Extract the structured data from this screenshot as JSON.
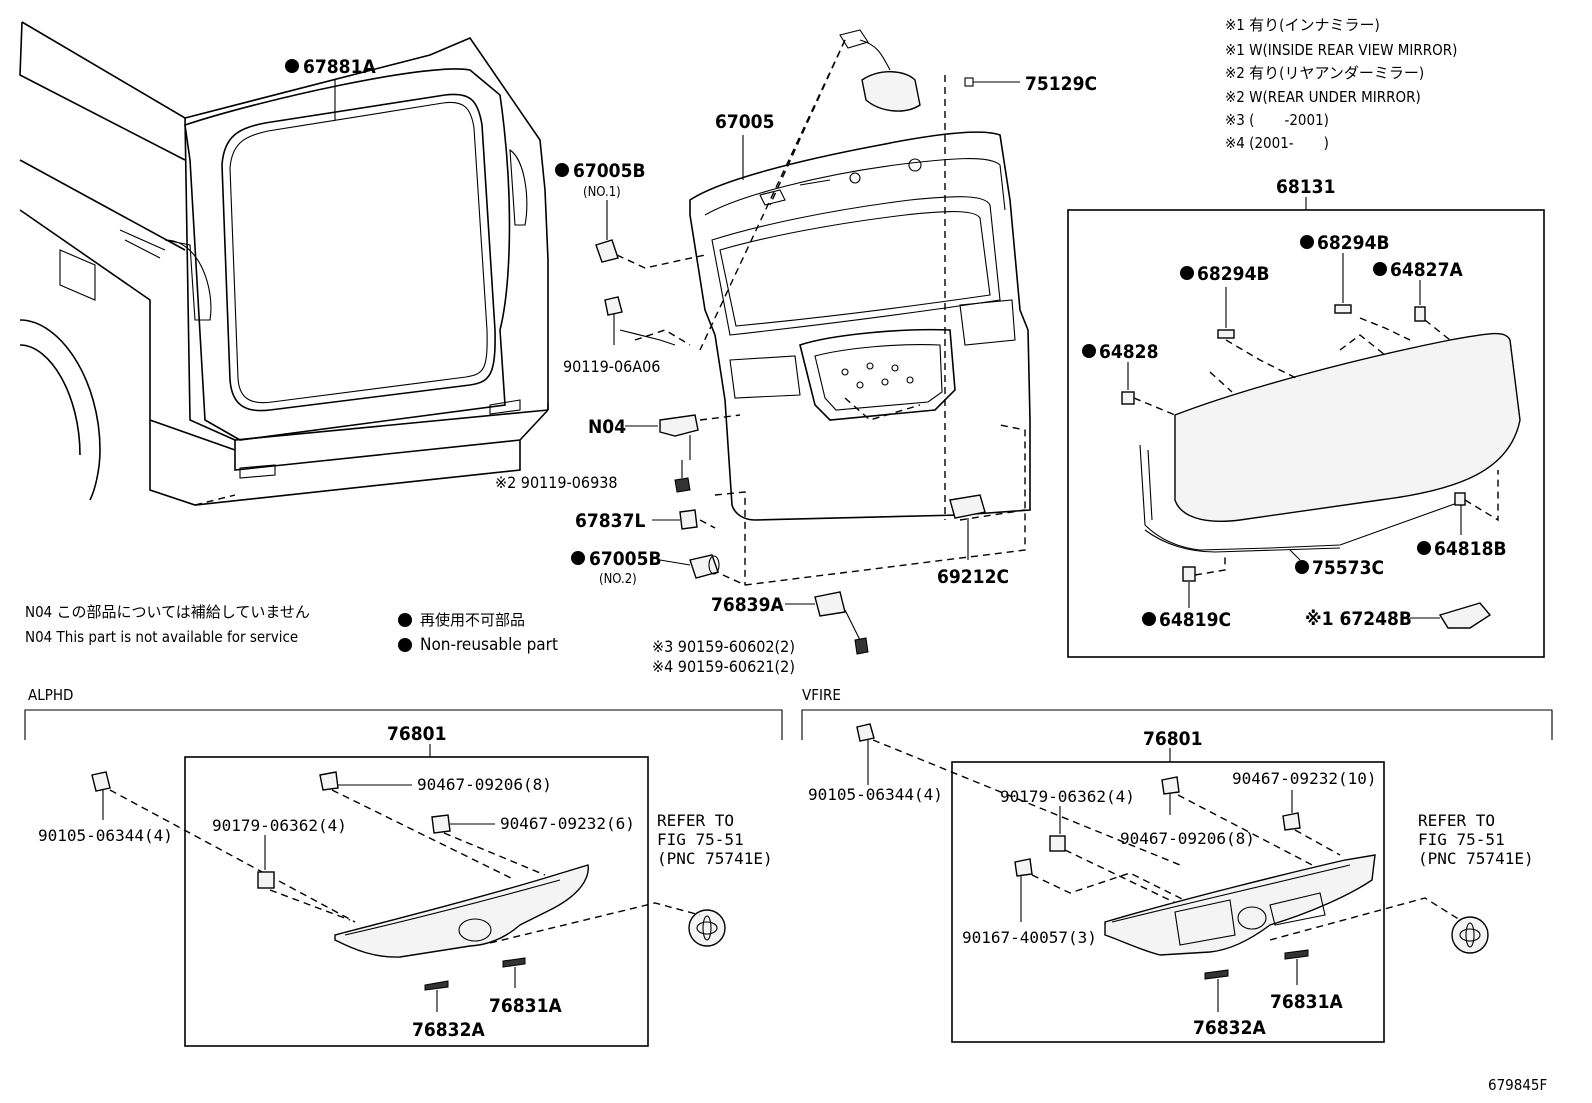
{
  "notes": {
    "n1": "※1 有り(インナミラー)",
    "n2": "※1 W(INSIDE REAR VIEW MIRROR)",
    "n3": "※2 有り(リヤアンダーミラー)",
    "n4": "※2 W(REAR UNDER MIRROR)",
    "n5": "※3 (　　-2001)",
    "n6": "※4 (2001-　　)"
  },
  "labels": {
    "p67881A": "67881A",
    "p67005": "67005",
    "p67005B_1": "67005B",
    "no1": "(NO.1)",
    "p90119_06A06": "90119-06A06",
    "N04": "N04",
    "p90119_06938": "※2 90119-06938",
    "p67837L": "67837L",
    "p67005B_2": "67005B",
    "no2": "(NO.2)",
    "p76839A": "76839A",
    "p90159_60602": "※3 90159-60602(2)",
    "p90159_60621": "※4 90159-60621(2)",
    "p75129C": "75129C",
    "p69212C": "69212C",
    "p68131": "68131",
    "p68294B_a": "68294B",
    "p68294B_b": "68294B",
    "p64827A": "64827A",
    "p64828": "64828",
    "p64818B": "64818B",
    "p75573C": "75573C",
    "p64819C": "64819C",
    "p67248B": "※1 67248B",
    "a_76801": "76801",
    "a_90105": "90105-06344(4)",
    "a_90179": "90179-06362(4)",
    "a_90467_9206": "90467-09206(8)",
    "a_90467_9232": "90467-09232(6)",
    "a_76832A": "76832A",
    "a_76831A": "76831A",
    "v_76801": "76801",
    "v_90105": "90105-06344(4)",
    "v_90179": "90179-06362(4)",
    "v_90467_9206": "90467-09206(8)",
    "v_90467_9232": "90467-09232(10)",
    "v_90167": "90167-40057(3)",
    "v_76832A": "76832A",
    "v_76831A": "76831A"
  },
  "refer": {
    "l1": "REFER TO",
    "l2": "FIG 75-51",
    "l3": "(PNC 75741E)"
  },
  "legend": {
    "n04_jp": "N04 この部品については補給していません",
    "n04_en": "N04 This part is not available for service",
    "nonreuse_jp": "再使用不可部品",
    "nonreuse_en": "Non-reusable part"
  },
  "sections": {
    "alphd": "ALPHD",
    "vfire": "VFIRE"
  },
  "figure_id": "679845F"
}
